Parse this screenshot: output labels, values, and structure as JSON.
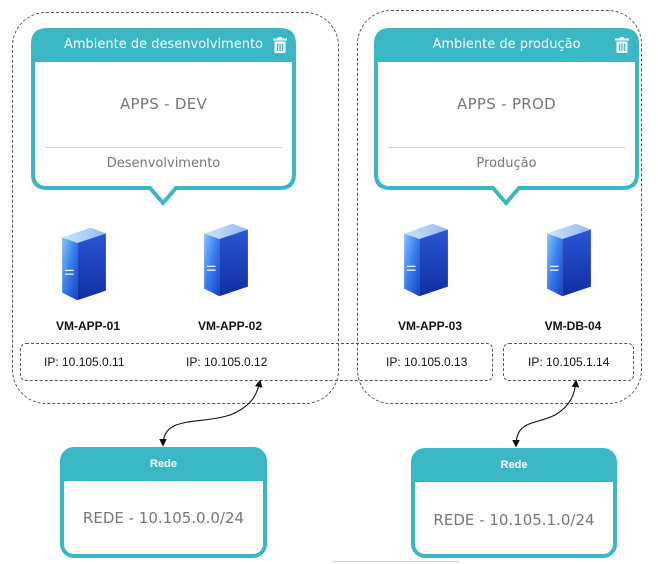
{
  "environments": [
    {
      "header": "Ambiente de desenvolvimento",
      "apps": "APPS - DEV",
      "footer": "Desenvolvimento"
    },
    {
      "header": "Ambiente de produção",
      "apps": "APPS - PROD",
      "footer": "Produção"
    }
  ],
  "vms": [
    {
      "name": "VM-APP-01",
      "ip": "IP: 10.105.0.11"
    },
    {
      "name": "VM-APP-02",
      "ip": "IP: 10.105.0.12"
    },
    {
      "name": "VM-APP-03",
      "ip": "IP: 10.105.0.13"
    },
    {
      "name": "VM-DB-04",
      "ip": "IP: 10.105.1.14"
    }
  ],
  "networks": [
    {
      "header": "Rede",
      "label": "REDE - 10.105.0.0/24"
    },
    {
      "header": "Rede",
      "label": "REDE - 10.105.1.0/24"
    }
  ],
  "colors": {
    "accent": "#3ab7c3",
    "server_dark": "#1d4fd8",
    "server_light": "#5fa0f5"
  },
  "icons": {
    "delete": "trash-icon",
    "vm": "server-icon"
  }
}
